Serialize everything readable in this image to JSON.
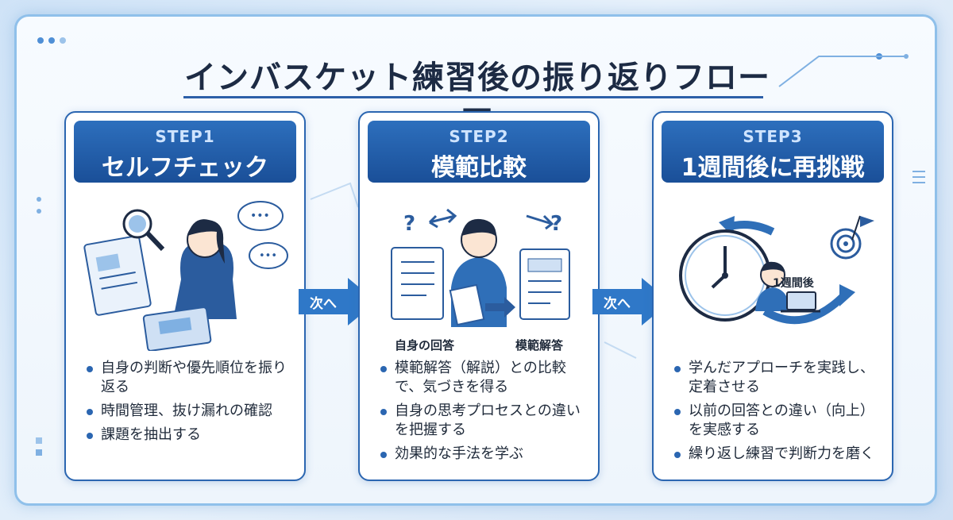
{
  "title": "インバスケット練習後の振り返りフロー図",
  "steps": [
    {
      "step": "STEP1",
      "heading": "セルフチェック",
      "bullets": [
        "自身の判断や優先順位を振り返る",
        "時間管理、抜け漏れの確認",
        "課題を抽出する"
      ]
    },
    {
      "step": "STEP2",
      "heading": "模範比較",
      "bullets": [
        "模範解答（解説）との比較で、気づきを得る",
        "自身の思考プロセスとの違いを把握する",
        "効果的な手法を学ぶ"
      ],
      "captions": [
        "自身の回答",
        "模範解答"
      ]
    },
    {
      "step": "STEP3",
      "heading": "1週間後に再挑戦",
      "bullets": [
        "学んだアプローチを実践し、定着させる",
        "以前の回答との違い（向上）を実感する",
        "繰り返し練習で判断力を磨く"
      ],
      "clock_label": "1週間後"
    }
  ],
  "arrows": [
    "次へ",
    "次へ"
  ],
  "colors": {
    "primary": "#1a4f98",
    "accent": "#2b66b1",
    "frame": "#8fc0ea"
  }
}
